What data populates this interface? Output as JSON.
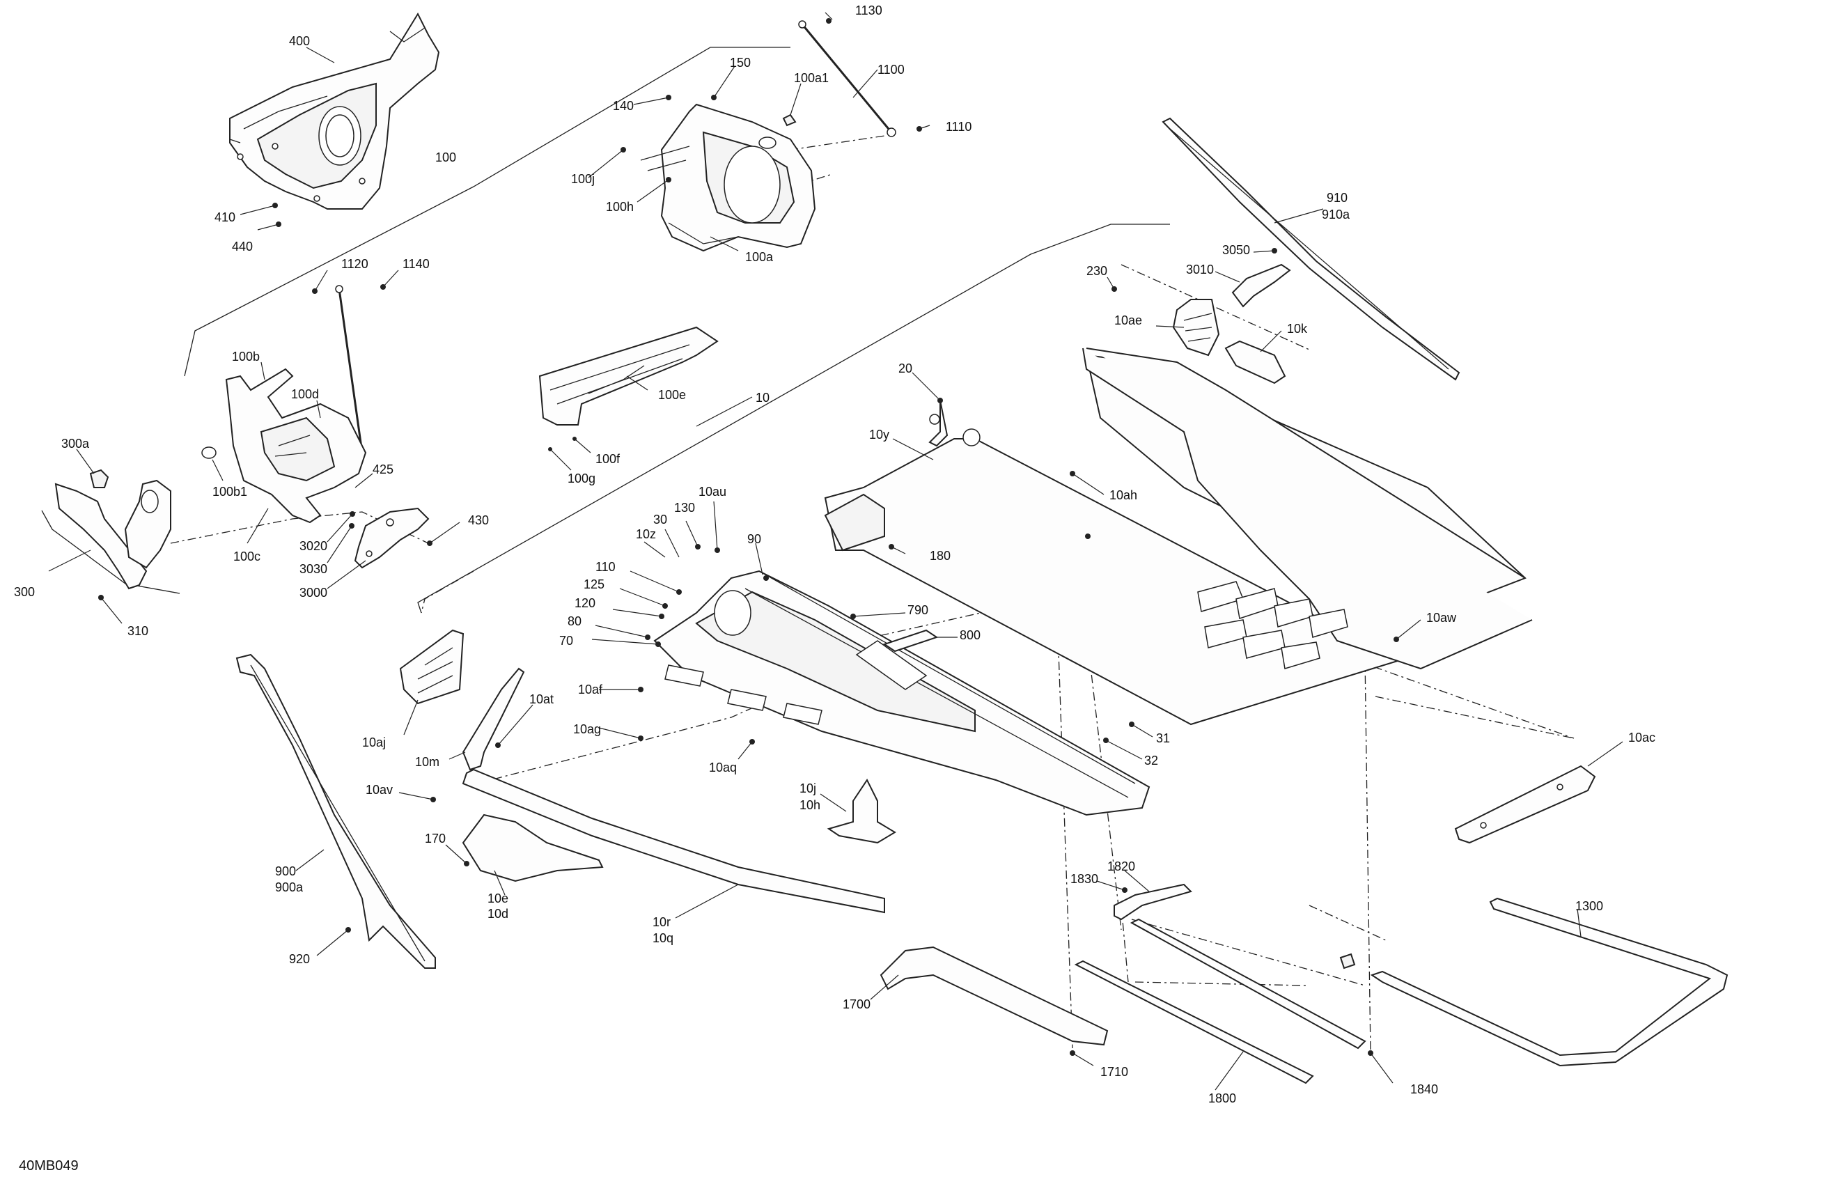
{
  "diagram_code": "40MB049",
  "callouts": {
    "c400": "400",
    "c100": "100",
    "c410": "410",
    "c440": "440",
    "c1130": "1130",
    "c1100": "1100",
    "c1110": "1110",
    "c150": "150",
    "c140": "140",
    "c100a1": "100a1",
    "c100j": "100j",
    "c100h": "100h",
    "c100a": "100a",
    "c910": "910",
    "c910a": "910a",
    "c3050": "3050",
    "c3010": "3010",
    "c230": "230",
    "c10ae": "10ae",
    "c10k": "10k",
    "c1120": "1120",
    "c1140": "1140",
    "c100b": "100b",
    "c100d": "100d",
    "c300a": "300a",
    "c100b1": "100b1",
    "c425": "425",
    "c430": "430",
    "c3020": "3020",
    "c3030": "3030",
    "c3000": "3000",
    "c100c": "100c",
    "c300": "300",
    "c310": "310",
    "c100e": "100e",
    "c100f": "100f",
    "c100g": "100g",
    "c10": "10",
    "c20": "20",
    "c10y": "10y",
    "c10ah": "10ah",
    "c180": "180",
    "c10au": "10au",
    "c130": "130",
    "c30": "30",
    "c10z": "10z",
    "c90": "90",
    "c110": "110",
    "c125": "125",
    "c120": "120",
    "c80": "80",
    "c70": "70",
    "c10af": "10af",
    "c10ag": "10ag",
    "c10aq": "10aq",
    "c790": "790",
    "c800": "800",
    "c10aw": "10aw",
    "c31": "31",
    "c32": "32",
    "c10ac": "10ac",
    "c10aj": "10aj",
    "c10m": "10m",
    "c10at": "10at",
    "c10av": "10av",
    "c170": "170",
    "c10e": "10e",
    "c10d": "10d",
    "c10r": "10r",
    "c10q": "10q",
    "c10j": "10j",
    "c10h": "10h",
    "c900": "900",
    "c900a": "900a",
    "c920": "920",
    "c1830": "1830",
    "c1820": "1820",
    "c1700": "1700",
    "c1710": "1710",
    "c1800": "1800",
    "c1840": "1840",
    "c1300": "1300"
  }
}
